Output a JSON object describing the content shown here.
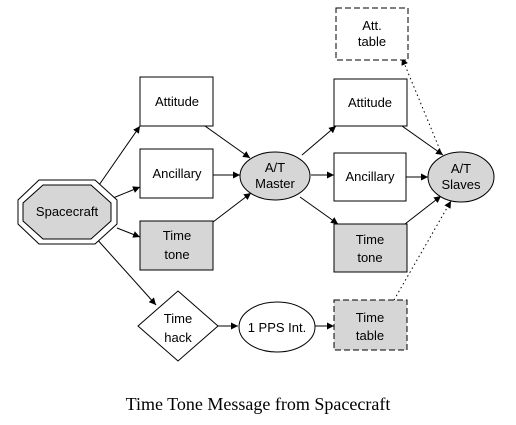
{
  "caption": "Time Tone Message from Spacecraft",
  "nodes": {
    "att_table": [
      "Att.",
      "table"
    ],
    "attitude_1": [
      "Attitude"
    ],
    "ancillary_1": [
      "Ancillary"
    ],
    "time_tone_1": [
      "Time",
      "tone"
    ],
    "spacecraft": [
      "Spacecraft"
    ],
    "at_master": [
      "A/T",
      "Master"
    ],
    "attitude_2": [
      "Attitude"
    ],
    "ancillary_2": [
      "Ancillary"
    ],
    "time_tone_2": [
      "Time",
      "tone"
    ],
    "at_slaves": [
      "A/T",
      "Slaves"
    ],
    "time_hack": [
      "Time",
      "hack"
    ],
    "pps": [
      "1 PPS Int."
    ],
    "time_table": [
      "Time",
      "table"
    ]
  },
  "colors": {
    "gray_fill": "#d6d6d6",
    "white_fill": "#ffffff",
    "stroke": "#000000"
  }
}
